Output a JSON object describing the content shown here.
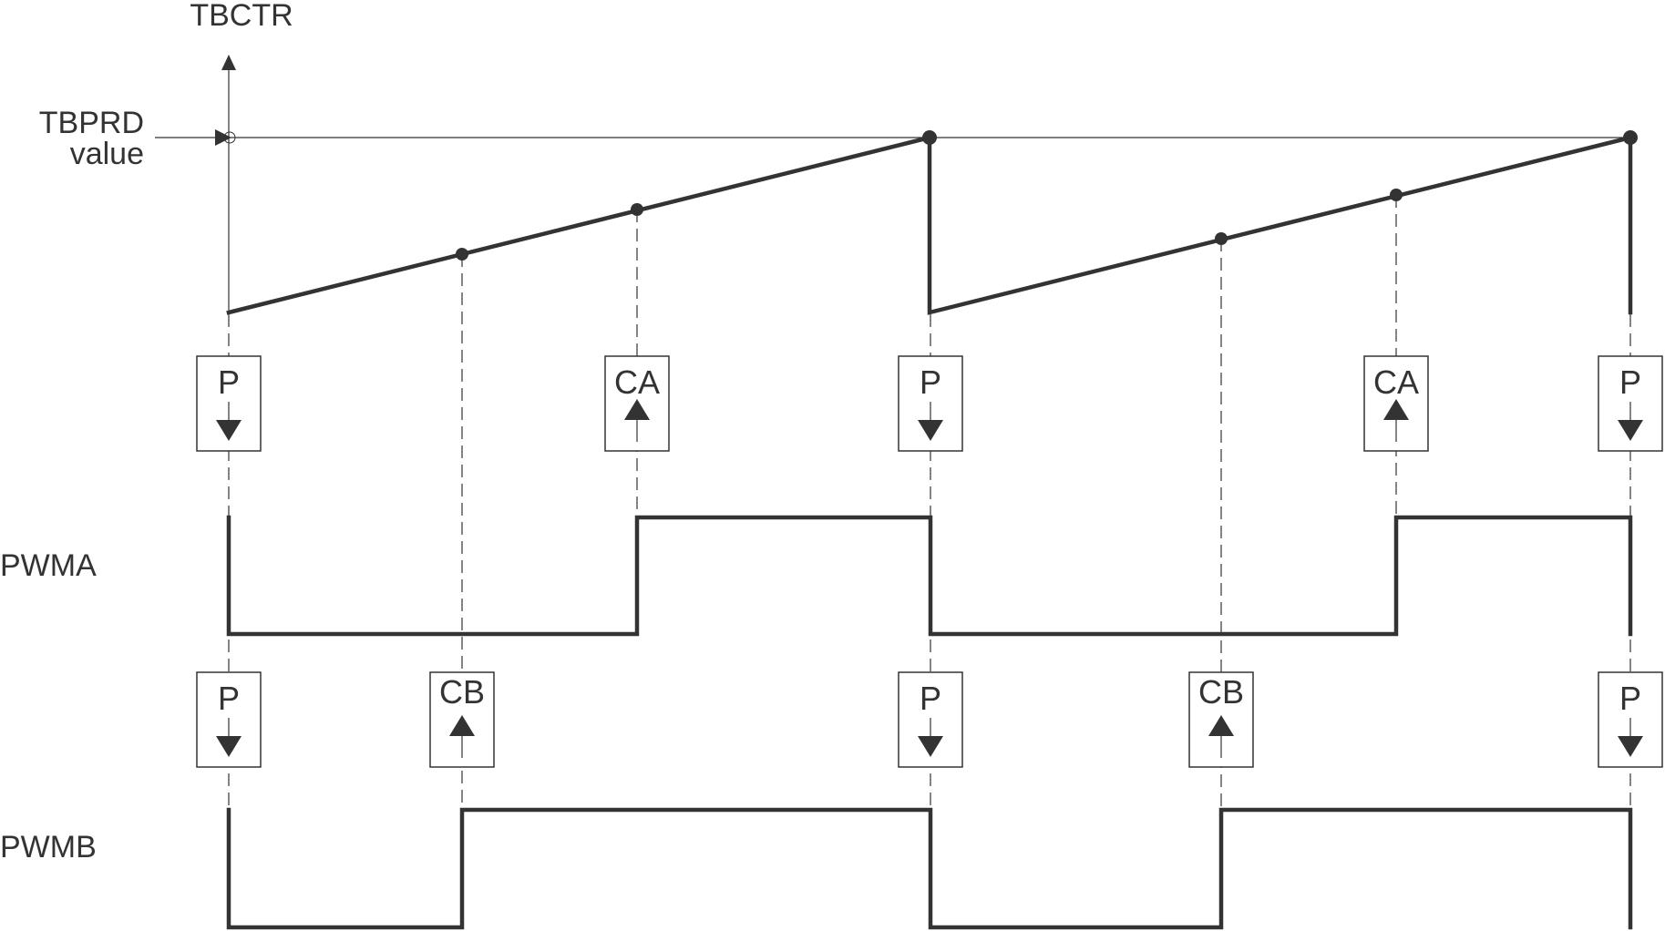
{
  "labels": {
    "tbctr": "TBCTR",
    "tbprd_line1": "TBPRD",
    "tbprd_line2": "value",
    "pwma": "PWMA",
    "pwmb": "PWMB"
  },
  "events": {
    "period": "P",
    "compare_a": "CA",
    "compare_b": "CB"
  },
  "colors": {
    "ink": "#333333",
    "background": "#ffffff"
  }
}
